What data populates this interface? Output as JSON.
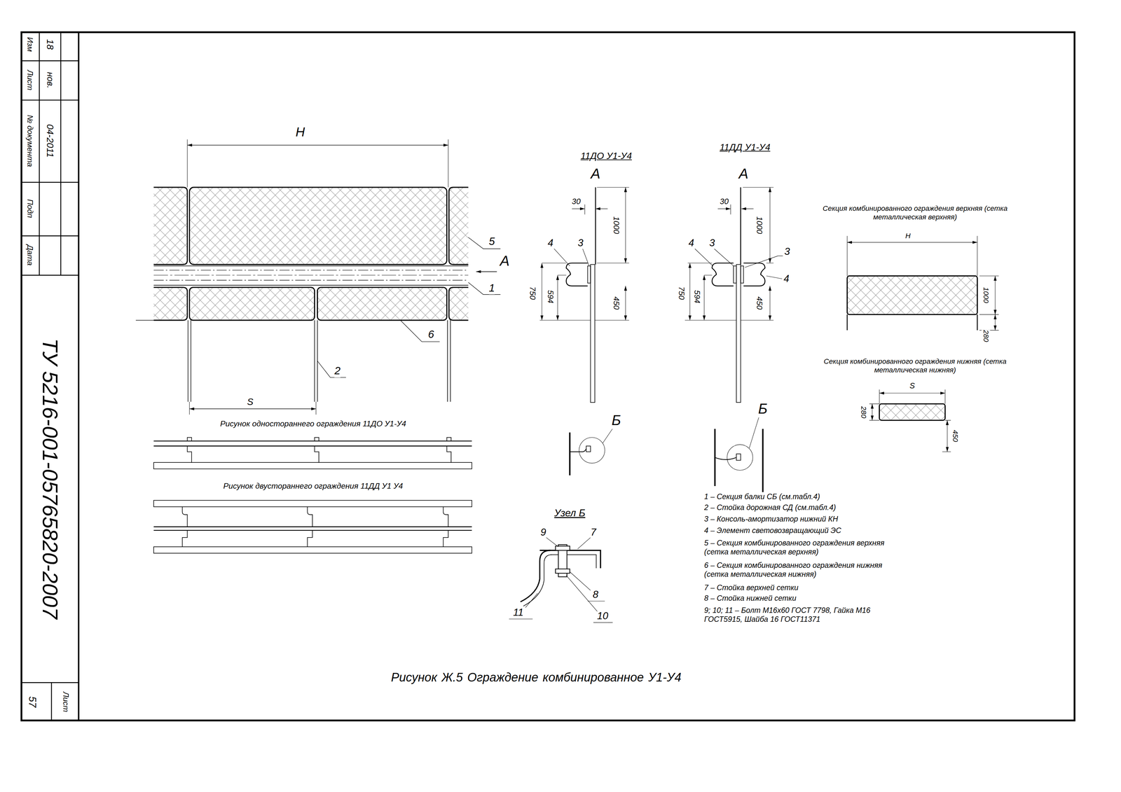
{
  "diagram": {
    "caption": "Рисунок Ж.5 Ограждение комбинированное У1-У4",
    "labels": [
      "Изм",
      "Лист",
      "№ документа",
      "Подп",
      "Дата",
      "18",
      "нов.",
      "04-2011",
      "ТУ 5216-001-05765820-2007",
      "57",
      "Лист",
      "H",
      "5",
      "A",
      "1",
      "6",
      "2",
      "S",
      "Рисунок одностораннего ограждения 11ДО У1-У4",
      "Рисунок двустораннего ограждения 11ДД У1 У4",
      "11ДО У1-У4",
      "А",
      "30",
      "1000",
      "4",
      "3",
      "750",
      "594",
      "450",
      "Б",
      "11ДД У1-У4",
      "А",
      "30",
      "1000",
      "4",
      "3",
      "3",
      "4",
      "750",
      "594",
      "450",
      "Б",
      "Узел Б",
      "9",
      "7",
      "11",
      "8",
      "10",
      "Секция комбинированного ограждения верхняя (сетка металлическая верхняя)",
      "H",
      "1000",
      "280",
      "Секция комбинированного ограждения нижняя (сетка металлическая нижняя)",
      "S",
      "280",
      "450",
      "1 – Секция балки СБ (см.табл.4)",
      "2 – Стойка дорожная СД (см.табл.4)",
      "3 – Консоль-амортизатор нижний КН",
      "4 – Элемент световозвращающий ЭС",
      "5 – Секция комбинированного ограждения верхняя (сетка металлическая верхняя)",
      "6 – Секция комбинированного ограждения нижняя (сетка металлическая нижняя)",
      "7 – Стойка верхней сетки",
      "8 – Стойка нижней сетки",
      "9; 10; 11 – Болт М16х60 ГОСТ 7798, Гайка М16 ГОСТ5915, Шайба 16 ГОСТ11371"
    ]
  }
}
